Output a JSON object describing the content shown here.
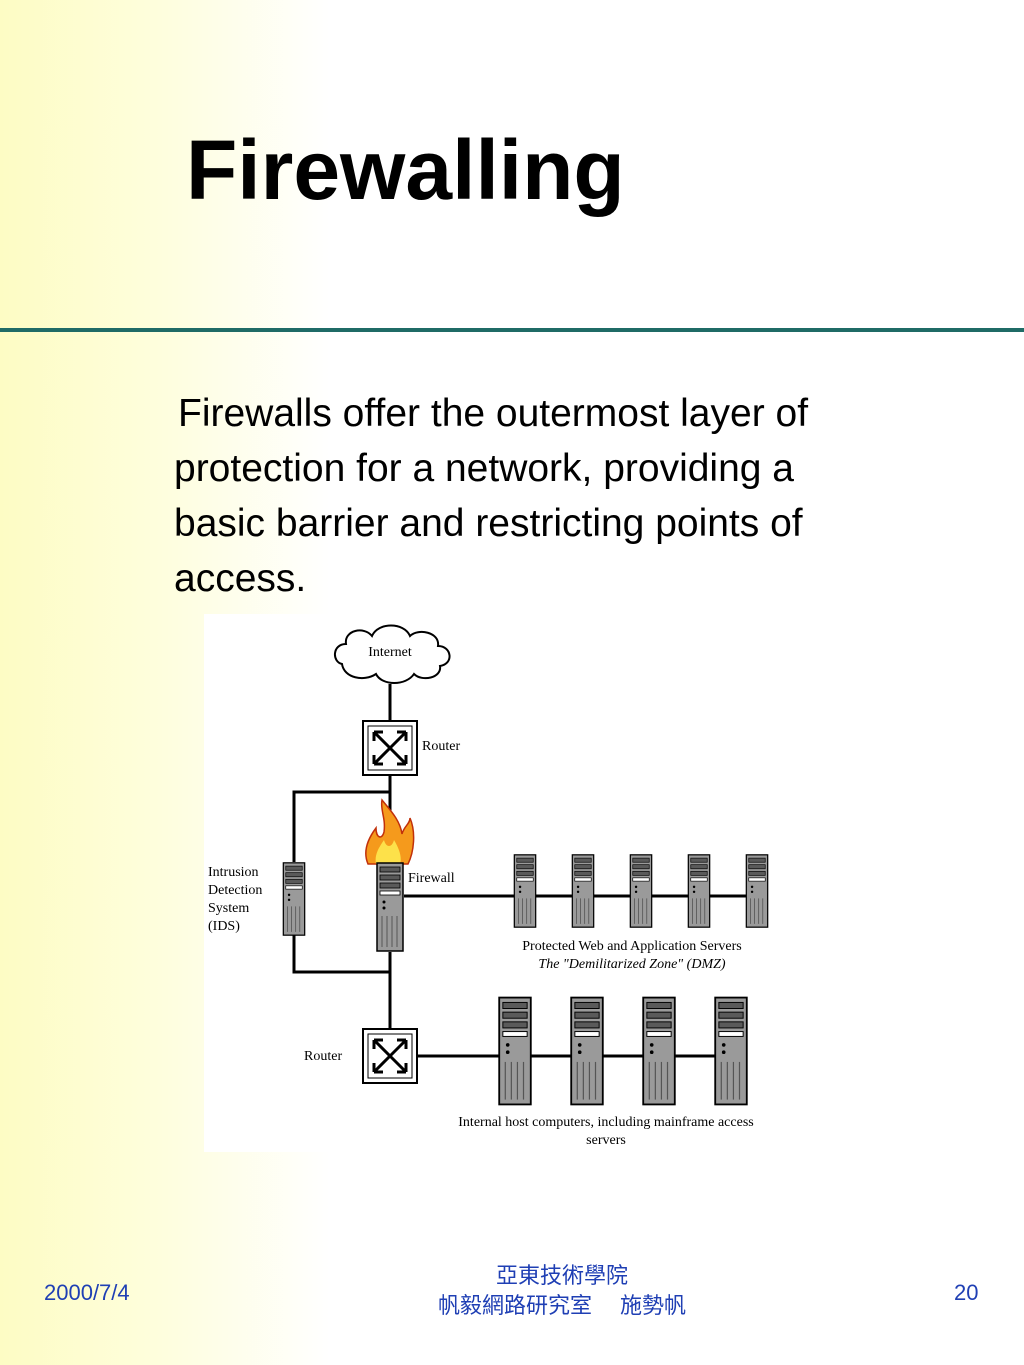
{
  "slide": {
    "title": "Firewalling",
    "body": "Firewalls offer the outermost layer of protection for a network, providing a basic barrier and restricting points of access."
  },
  "diagram": {
    "cloud_label": "Internet",
    "router_top_label": "Router",
    "firewall_label": "Firewall",
    "ids_label_lines": [
      "Intrusion",
      "Detection",
      "System",
      "(IDS)"
    ],
    "dmz_caption_1": "Protected Web and Application Servers",
    "dmz_caption_2": "The \"Demilitarized Zone\" (DMZ)",
    "router_bottom_label": "Router",
    "internal_caption_1": "Internal host computers, including mainframe access",
    "internal_caption_2": "servers",
    "dmz_server_count": 5,
    "internal_server_count": 4
  },
  "footer": {
    "date": "2000/7/4",
    "org_line_1": "亞東技術學院",
    "org_line_2": "帆毅網路研究室　 施勢帆",
    "page_number": "20"
  },
  "colors": {
    "rule": "#1f6b66",
    "footer_text": "#1f3fb4",
    "background_tint": "#fdfcc4"
  }
}
